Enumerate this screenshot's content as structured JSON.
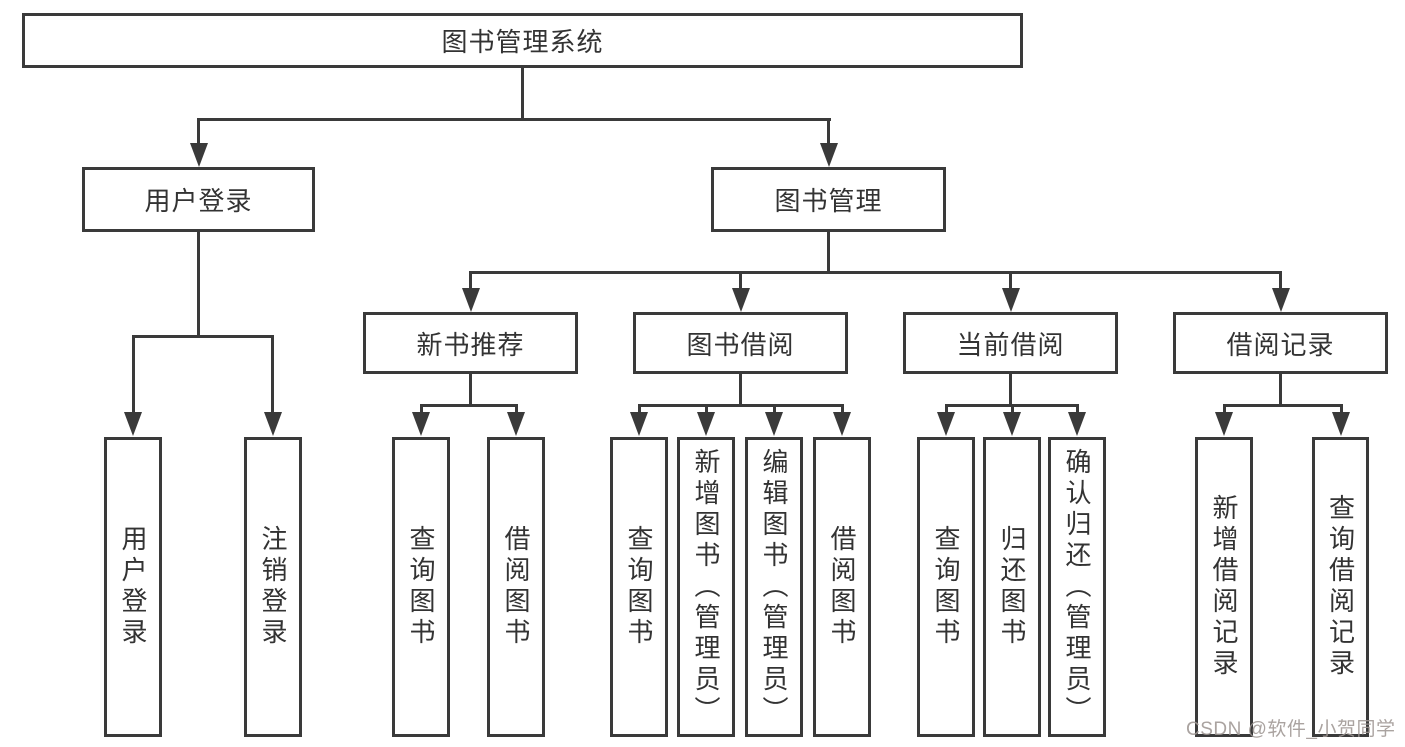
{
  "diagram": {
    "root_label": "图书管理系统",
    "branches": [
      {
        "label": "用户登录",
        "leaves": [
          "用户登录",
          "注销登录"
        ]
      },
      {
        "label": "图书管理",
        "groups": [
          {
            "label": "新书推荐",
            "leaves": [
              "查询图书",
              "借阅图书"
            ]
          },
          {
            "label": "图书借阅",
            "leaves": [
              "查询图书",
              "新增图书（管理员）",
              "编辑图书（管理员）",
              "借阅图书"
            ]
          },
          {
            "label": "当前借阅",
            "leaves": [
              "查询图书",
              "归还图书",
              "确认归还（管理员）"
            ]
          },
          {
            "label": "借阅记录",
            "leaves": [
              "新增借阅记录",
              "查询借阅记录"
            ]
          }
        ]
      }
    ]
  },
  "watermark": {
    "text": "CSDN @软件_小贺同学"
  },
  "colors": {
    "line": "#3a3a3a",
    "text": "#333333",
    "watermark": "#9e9693",
    "background": "#ffffff"
  }
}
